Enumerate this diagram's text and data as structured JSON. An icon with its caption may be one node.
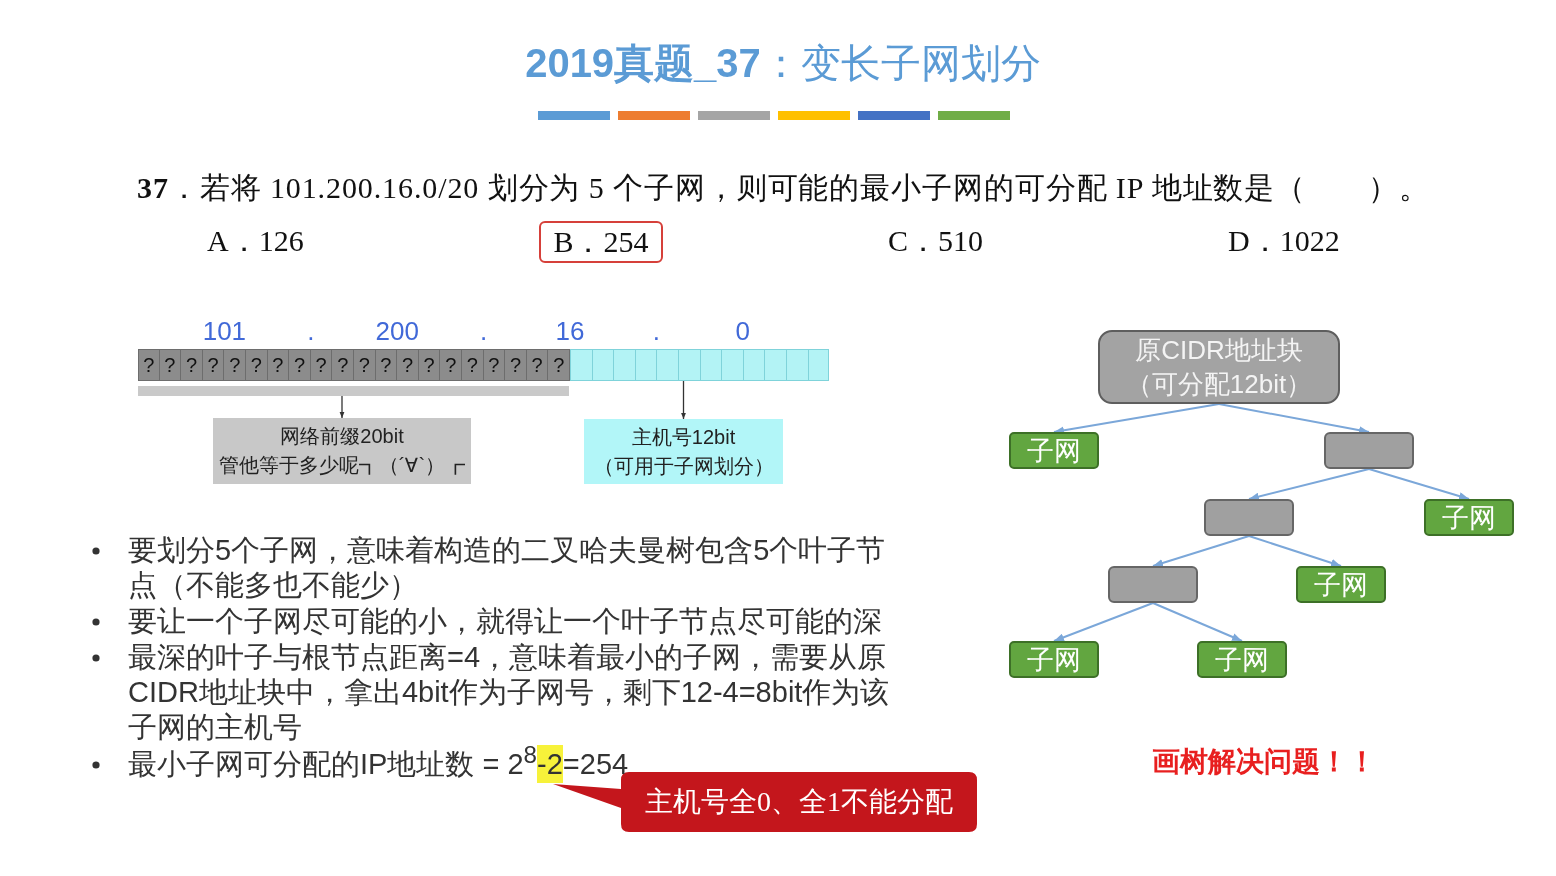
{
  "diagram": {
    "title": "**2019真题_37**：变长子网划分",
    "nodes": [
      {
        "text": [
          "B．254"
        ]
      },
      {
        "text": [],
        "shape": "bar"
      },
      {
        "text": [],
        "shape": "bar"
      },
      {
        "text": [
          "网络前缀20bit",
          "管他等于多少呢┓（´∀`）┏"
        ]
      },
      {
        "text": [
          "主机号12bit",
          "（可用于子网划分）"
        ]
      },
      {
        "text": [
          "原CIDR地址块",
          "（可分配12bit）"
        ]
      },
      {
        "text": [
          "子网"
        ]
      },
      {
        "text": [],
        "shape": "box"
      },
      {
        "text": [],
        "shape": "box"
      },
      {
        "text": [
          "子网"
        ]
      },
      {
        "text": [],
        "shape": "box"
      },
      {
        "text": [
          "子网"
        ]
      },
      {
        "text": [
          "子网"
        ]
      },
      {
        "text": [
          "子网"
        ]
      },
      {
        "text": [
          "主机号全0、全1不能分配"
        ]
      }
    ],
    "edges": [
      {
        "from": 1,
        "to": 3,
        "arrow": "to",
        "color": "#333333"
      },
      {
        "from": 2,
        "to": 4,
        "arrow": "to",
        "color": "#333333"
      },
      {
        "from": 5,
        "to": 6,
        "arrow": "to"
      },
      {
        "from": 5,
        "to": 7,
        "arrow": "to"
      },
      {
        "from": 7,
        "to": 8,
        "arrow": "to"
      },
      {
        "from": 7,
        "to": 9,
        "arrow": "to"
      },
      {
        "from": 8,
        "to": 10,
        "arrow": "to"
      },
      {
        "from": 8,
        "to": 11,
        "arrow": "to"
      },
      {
        "from": 10,
        "to": 12,
        "arrow": "to"
      },
      {
        "from": 10,
        "to": 13,
        "arrow": "to"
      }
    ],
    "labels": [
      "**37**．若将 101.200.16.0/20 划分为 5 个子网，则可能的最小子网的可分配 IP 地址数是（　　）。",
      "A．126",
      "C．510",
      "D．1022",
      "101",
      ".",
      "200",
      ".",
      "16",
      ".",
      "0",
      "?",
      "?",
      "?",
      "?",
      "?",
      "?",
      "?",
      "?",
      "?",
      "?",
      "?",
      "?",
      "?",
      "?",
      "?",
      "?",
      "?",
      "?",
      "?",
      "?",
      "要划分5个子网，意味着构造的二叉哈夫曼树包含5个叶子节点（不能多也不能少）",
      "要让一个子网尽可能的小，就得让一个叶子节点尽可能的深",
      "最深的叶子与根节点距离=4，意味着最小的子网，需要从原CIDR地址块中，拿出4bit作为子网号，剩下12-4=8bit作为该子网的主机号",
      "最小子网可分配的IP地址数 = 2$^{8}$-2=254",
      "画树解决问题！！"
    ]
  }
}
